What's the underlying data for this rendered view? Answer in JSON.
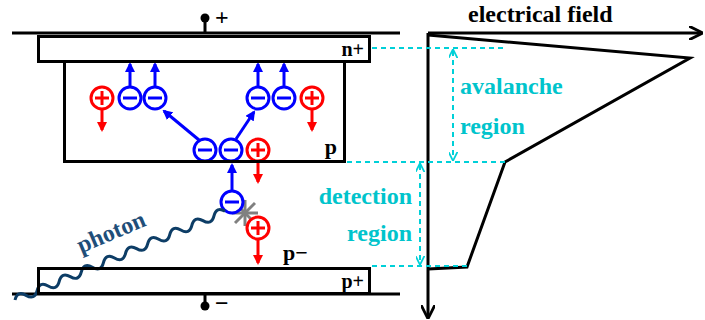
{
  "diagram": {
    "nodes": [
      {
        "text": [
          "n+"
        ]
      },
      {
        "text": [
          "p"
        ]
      },
      {
        "text": [
          "p+"
        ]
      }
    ],
    "labels": [
      "+",
      "electrical field",
      "avalanche region",
      "detection region",
      "photon",
      "p−",
      "−"
    ]
  }
}
